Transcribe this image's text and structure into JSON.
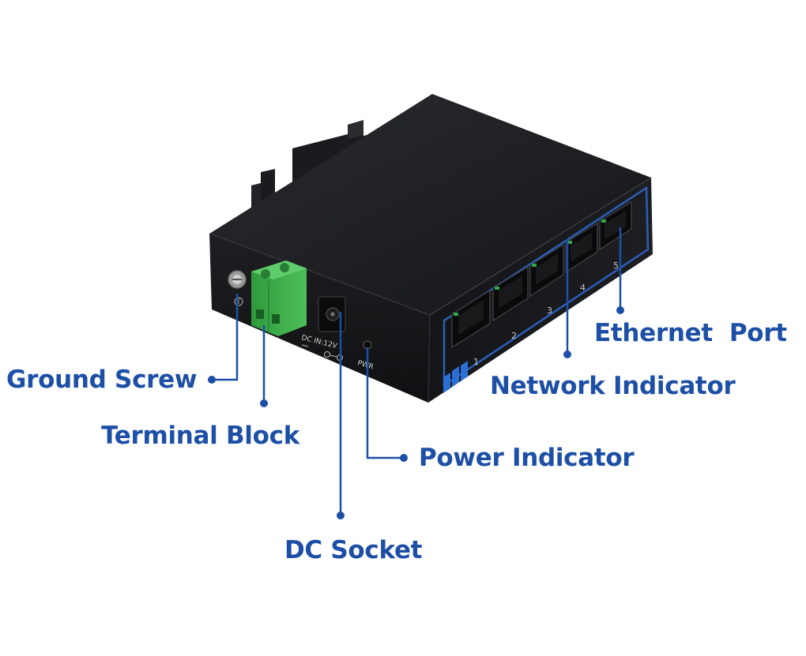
{
  "callouts": {
    "ground_screw": "Ground Screw",
    "terminal_block": "Terminal Block",
    "dc_socket": "DC Socket",
    "power_indicator": "Power Indicator",
    "network_indicator": "Network Indicator",
    "ethernet_port": "Ethernet  Port"
  },
  "device_text": {
    "dc_in": "DC IN:12V",
    "pwr": "PWR",
    "port_numbers": [
      "1",
      "2",
      "3",
      "4",
      "5"
    ]
  },
  "colors": {
    "label_blue": "#1d4fa6",
    "device_body": "#1b1c1f",
    "terminal_green": "#3fa84a",
    "accent_stripe": "#2b6fd6"
  }
}
